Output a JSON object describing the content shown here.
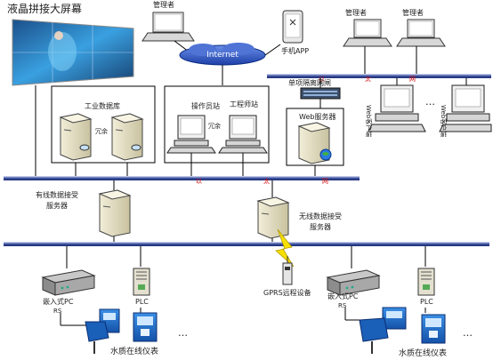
{
  "labels": {
    "video_wall": "液晶拼接大屏幕",
    "admin": "管理者",
    "internet": "Internet",
    "mobile_app": "手机APP",
    "firewall": "单项隔离网闸",
    "web_client": "Web客户端",
    "industrial_db": "工业数据库",
    "redundant": "冗余",
    "operator_station": "操作员站",
    "engineer_station": "工程师站",
    "web_server": "Web服务器",
    "wired_server_l1": "有线数据接受",
    "wired_server_l2": "服务器",
    "wireless_server_l1": "无线数据接受",
    "wireless_server_l2": "服务器",
    "gprs": "GPRS远程设备",
    "embedded_pc": "嵌入式PC",
    "plc": "PLC",
    "water_quality": "水质在线仪表",
    "ethernet": [
      "以",
      "太",
      "网"
    ],
    "ellipsis": "…"
  },
  "colors": {
    "bus": "#2a3d8f",
    "bus_edge": "#9aa6d6",
    "ethernet_text": "#d01010",
    "wall_blue": "#2a7ec8",
    "cloud_blue": "#1f4fbf"
  }
}
